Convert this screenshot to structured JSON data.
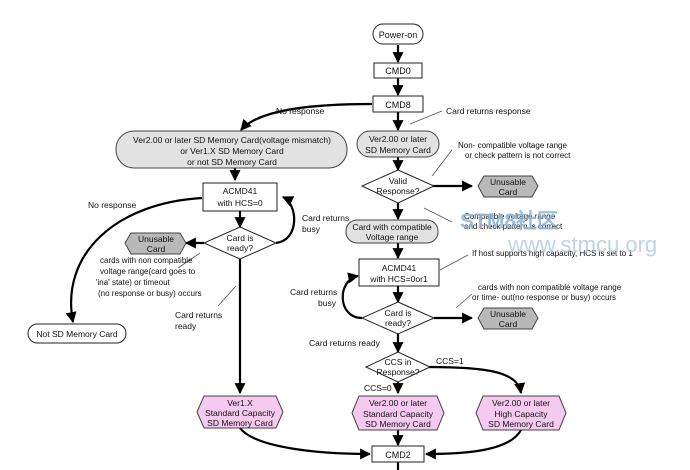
{
  "nodes": {
    "power_on": "Power-on",
    "cmd0": "CMD0",
    "cmd8": "CMD8",
    "ver2_mismatch": [
      "Ver2.00 or later SD Memory Card(voltage mismatch)",
      "or Ver1.X SD Memory Card",
      "or not SD Memory Card"
    ],
    "ver2_right": [
      "Ver2.00 or later",
      "SD Memory Card"
    ],
    "valid_response": [
      "Valid",
      "Response?"
    ],
    "unusable_top": [
      "Unusable",
      "Card"
    ],
    "acmd41_left": [
      "ACMD41",
      "with HCS=0"
    ],
    "card_ready_left": [
      "Card is",
      "ready?"
    ],
    "unusable_left": [
      "Unusable",
      "Card"
    ],
    "card_compatible": [
      "Card with compatible",
      "Voltage range"
    ],
    "acmd41_right": [
      "ACMD41",
      "with HCS=0or1"
    ],
    "card_ready_right": [
      "Card is",
      "ready?"
    ],
    "unusable_right": [
      "Unusable",
      "Card"
    ],
    "not_sd": "Not SD Memory Card",
    "ccs_response": [
      "CCS in",
      "Response?"
    ],
    "ver1x": [
      "Ver1.X",
      "Standard Capacity",
      "SD Memory Card"
    ],
    "ver2_std": [
      "Ver2.00 or later",
      "Standard Capacity",
      "SD Memory Card"
    ],
    "ver2_high": [
      "Ver2.00 or later",
      "High Capacity",
      "SD Memory Card"
    ],
    "cmd2": "CMD2"
  },
  "labels": {
    "no_response_cmd8": "No response",
    "card_returns_response": "Card returns response",
    "non_compatible": [
      "Non-   compatible voltage range",
      "or check pattern is not correct"
    ],
    "no_response_left": "No response",
    "card_returns_busy_left": [
      "Card returns",
      "busy"
    ],
    "compatible_range": [
      "Compatible voltage range",
      "and check pattern is correct"
    ],
    "non_compatible_left": [
      "cards with non compatible",
      "voltage range(card goes to",
      "'ina' state) or timeout",
      "(no response or busy) occurs"
    ],
    "hcs_note": "If host supports high capacity, HCS is set to 1",
    "card_returns_ready_left": [
      "Card returns",
      "ready"
    ],
    "card_returns_busy_right": [
      "Card returns",
      "busy"
    ],
    "non_compatible_right": [
      "cards with non compatible voltage range",
      "or time-   out(no response or busy) occurs"
    ],
    "card_returns_ready_right": "Card returns ready",
    "ccs0": "CCS=0",
    "ccs1": "CCS=1"
  },
  "watermark": {
    "line1": "STM8社区",
    "line2": "www.stmcu.org"
  }
}
